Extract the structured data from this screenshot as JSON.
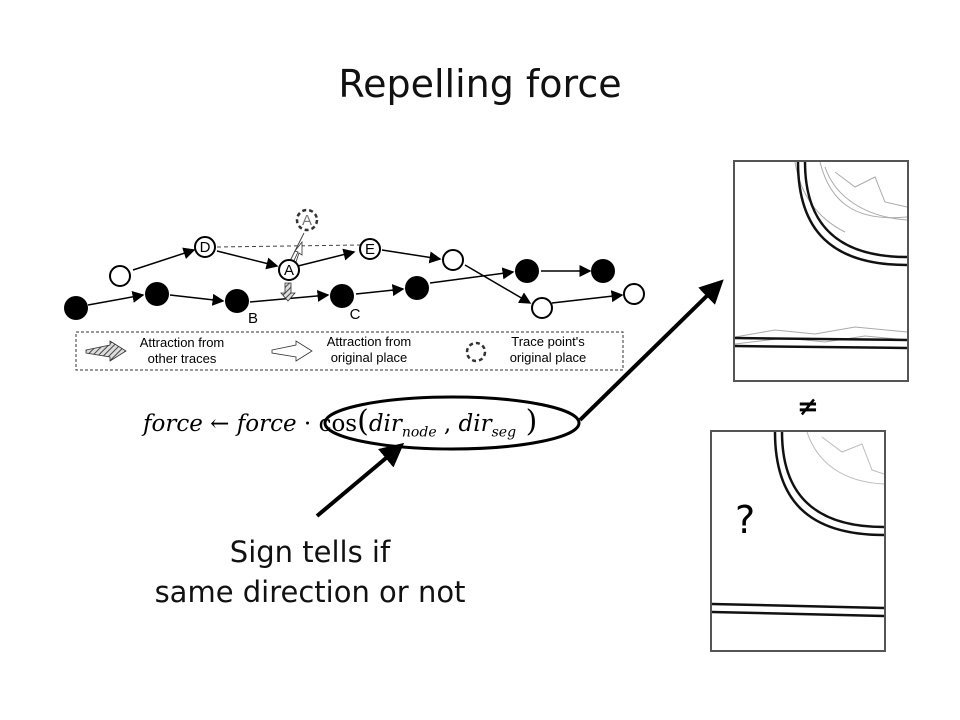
{
  "slide": {
    "title": "Repelling force",
    "callout_line1": "Sign tells if",
    "callout_line2": "same direction or not",
    "not_equal_symbol": "≠",
    "unknown_symbol": "?"
  },
  "diagram": {
    "nodes": {
      "A_original": "A",
      "A": "A",
      "D": "D",
      "E": "E",
      "B": "B",
      "C": "C"
    },
    "legend": [
      {
        "icon": "hatched-arrow-icon",
        "line1": "Attraction from",
        "line2": "other traces"
      },
      {
        "icon": "outline-arrow-icon",
        "line1": "Attraction from",
        "line2": "original place"
      },
      {
        "icon": "dashed-circle-icon",
        "line1": "Trace point's",
        "line2": "original place"
      }
    ]
  },
  "formula": {
    "lhs": "force",
    "arrow": " ← ",
    "rhs": "force",
    "dot": " · ",
    "func": "cos",
    "arg1": "dir",
    "arg1_sub": "node",
    "sep": " , ",
    "arg2": "dir",
    "arg2_sub": "seg"
  }
}
